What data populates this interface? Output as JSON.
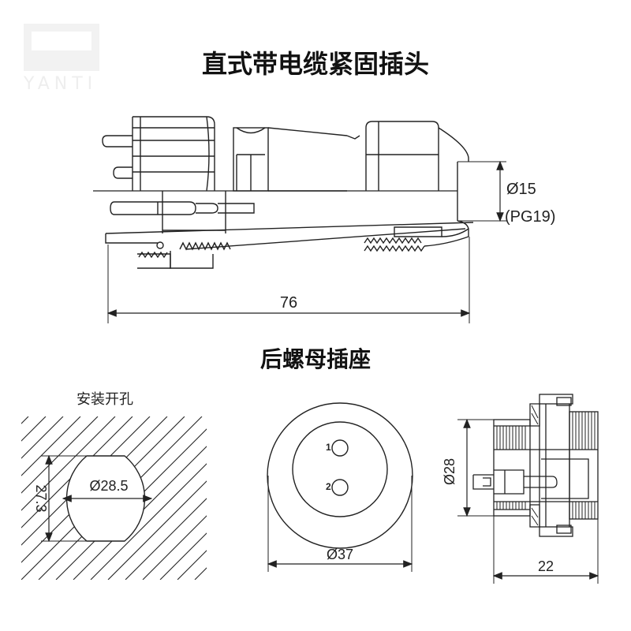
{
  "page": {
    "title_plug": "直式带电缆紧固插头",
    "title_socket": "后螺母插座",
    "panel_cutout_label": "安装开孔",
    "watermark_text": "YANTI"
  },
  "plug": {
    "dim_length": "76",
    "dim_cable_diameter": "Ø15",
    "dim_thread": "(PG19)"
  },
  "cutout": {
    "dim_diameter": "Ø28.5",
    "dim_flat": "27.3"
  },
  "socket_front": {
    "dim_diameter": "Ø37",
    "pin_1": "1",
    "pin_2": "2"
  },
  "socket_side": {
    "dim_height": "Ø28",
    "dim_length": "22"
  },
  "colors": {
    "line": "#222222",
    "text": "#111111"
  }
}
